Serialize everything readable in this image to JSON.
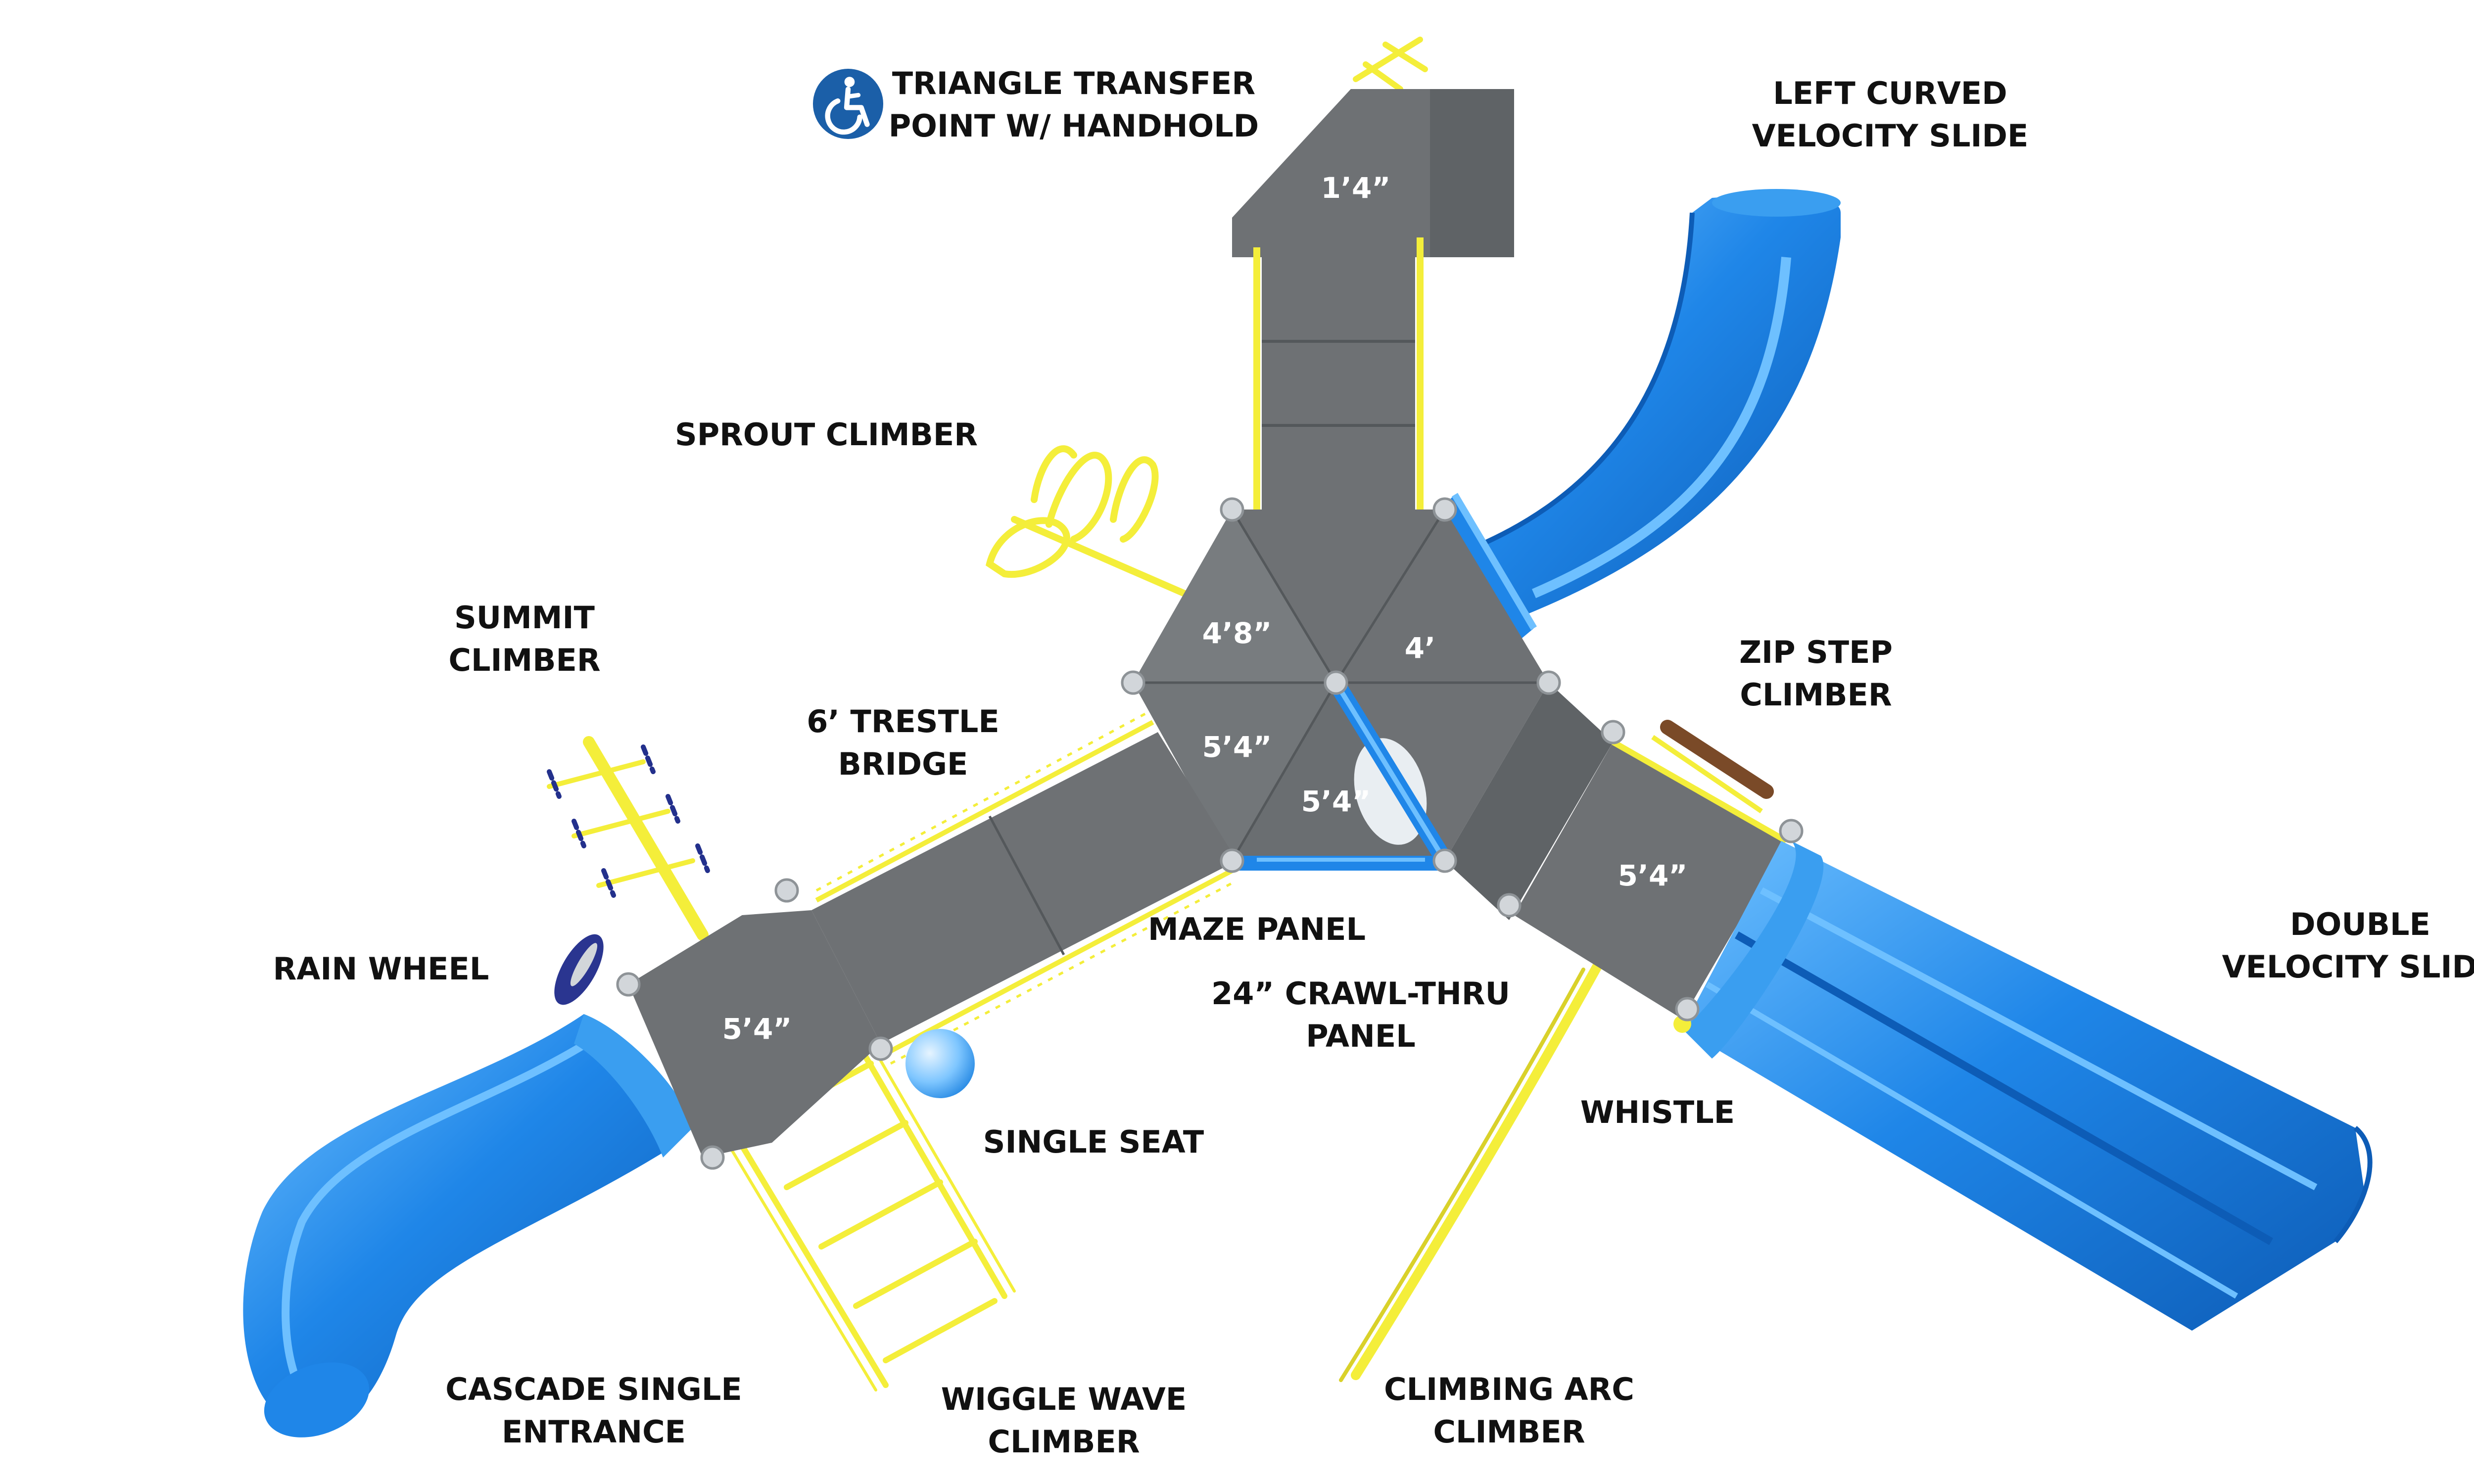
{
  "title": "",
  "colors": {
    "deck": "#6e7174",
    "deck_dark": "#54585b",
    "deck_light": "#7c8083",
    "slide": "#1f86e8",
    "slide_dark": "#0d5cb6",
    "slide_light": "#6ec0ff",
    "frame": "#f4ee3a",
    "post_cap": "#d2d6da",
    "label": "#111111",
    "accessible_badge": "#1b5fa8",
    "zip_step": "#7a4a28"
  },
  "icons": {
    "accessible": "accessible-wheelchair-icon"
  },
  "deck_heights": {
    "top_tower": "1’4”",
    "hex_upper_left": "4’8”",
    "hex_right": "4’",
    "hex_lower_left": "5’4”",
    "hex_lower_mid": "5’4”",
    "right_deck": "5’4”",
    "left_deck": "5’4”"
  },
  "components": [
    {
      "id": "triangle-transfer",
      "lines": [
        "TRIANGLE TRANSFER",
        "POINT W/ HANDHOLD"
      ]
    },
    {
      "id": "left-curved-velocity-slide",
      "lines": [
        "LEFT CURVED",
        "VELOCITY SLIDE"
      ]
    },
    {
      "id": "sprout-climber",
      "lines": [
        "SPROUT CLIMBER"
      ]
    },
    {
      "id": "summit-climber",
      "lines": [
        "SUMMIT",
        "CLIMBER"
      ]
    },
    {
      "id": "trestle-bridge",
      "lines": [
        "6’ TRESTLE",
        "BRIDGE"
      ]
    },
    {
      "id": "zip-step-climber",
      "lines": [
        "ZIP STEP",
        "CLIMBER"
      ]
    },
    {
      "id": "rain-wheel",
      "lines": [
        "RAIN WHEEL"
      ]
    },
    {
      "id": "maze-panel",
      "lines": [
        "MAZE PANEL"
      ]
    },
    {
      "id": "crawl-thru-panel",
      "lines": [
        "24” CRAWL-THRU",
        "PANEL"
      ]
    },
    {
      "id": "double-velocity-slide",
      "lines": [
        "DOUBLE",
        "VELOCITY SLIDE"
      ]
    },
    {
      "id": "whistle",
      "lines": [
        "WHISTLE"
      ]
    },
    {
      "id": "single-seat",
      "lines": [
        "SINGLE SEAT"
      ]
    },
    {
      "id": "cascade-single-entrance",
      "lines": [
        "CASCADE SINGLE",
        "ENTRANCE"
      ]
    },
    {
      "id": "wiggle-wave-climber",
      "lines": [
        "WIGGLE WAVE",
        "CLIMBER"
      ]
    },
    {
      "id": "climbing-arc-climber",
      "lines": [
        "CLIMBING ARC",
        "CLIMBER"
      ]
    }
  ]
}
